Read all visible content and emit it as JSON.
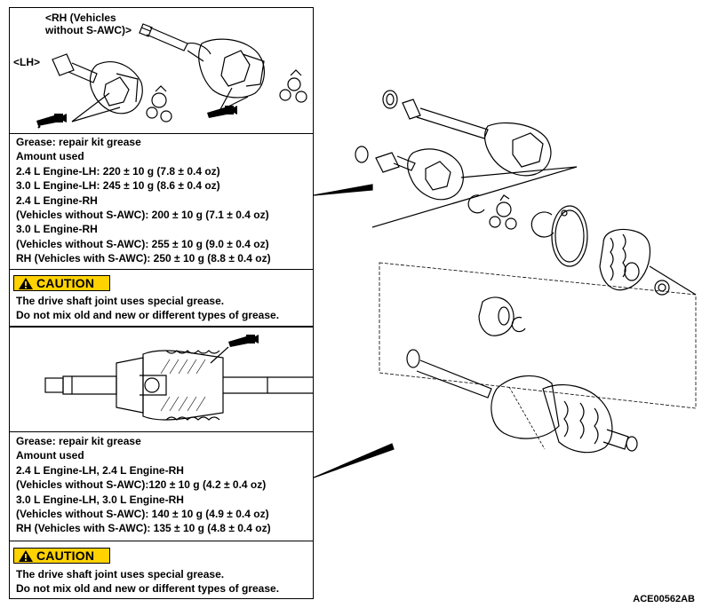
{
  "top_panel": {
    "callout_rh": [
      "<RH (Vehicles",
      "without S-AWC)>"
    ],
    "callout_lh": "<LH>",
    "lines": [
      "Grease: repair kit grease",
      "Amount used",
      "2.4 L Engine-LH: 220 ± 10 g (7.8 ± 0.4 oz)",
      "3.0 L Engine-LH: 245 ± 10 g (8.6 ± 0.4 oz)",
      "2.4 L Engine-RH",
      "(Vehicles without S-AWC): 200 ± 10 g (7.1 ± 0.4 oz)",
      "3.0 L Engine-RH",
      "(Vehicles without S-AWC): 255 ± 10 g (9.0 ± 0.4 oz)",
      "RH (Vehicles with S-AWC): 250 ± 10 g (8.8 ± 0.4 oz)"
    ],
    "caution_label": "CAUTION",
    "caution_lines": [
      "The drive shaft joint uses special grease.",
      "Do not mix old and new or different types of grease."
    ]
  },
  "bottom_panel": {
    "lines": [
      "Grease: repair kit grease",
      "Amount used",
      "2.4 L Engine-LH, 2.4 L Engine-RH",
      "(Vehicles without S-AWC):120 ± 10 g (4.2 ± 0.4 oz)",
      "3.0 L Engine-LH, 3.0 L Engine-RH",
      "(Vehicles without S-AWC): 140 ± 10 g (4.9 ± 0.4 oz)",
      "RH (Vehicles with S-AWC): 135 ± 10 g (4.8 ± 0.4 oz)"
    ],
    "caution_label": "CAUTION",
    "caution_lines": [
      "The drive shaft joint uses special grease.",
      "Do not mix old and new or different types of grease."
    ]
  },
  "figure_code": "ACE00562AB",
  "icons": {
    "grease_gun": "grease-gun-icon",
    "warning": "warning-triangle-icon"
  },
  "colors": {
    "caution_yellow": "#ffd200",
    "line": "#000000"
  }
}
